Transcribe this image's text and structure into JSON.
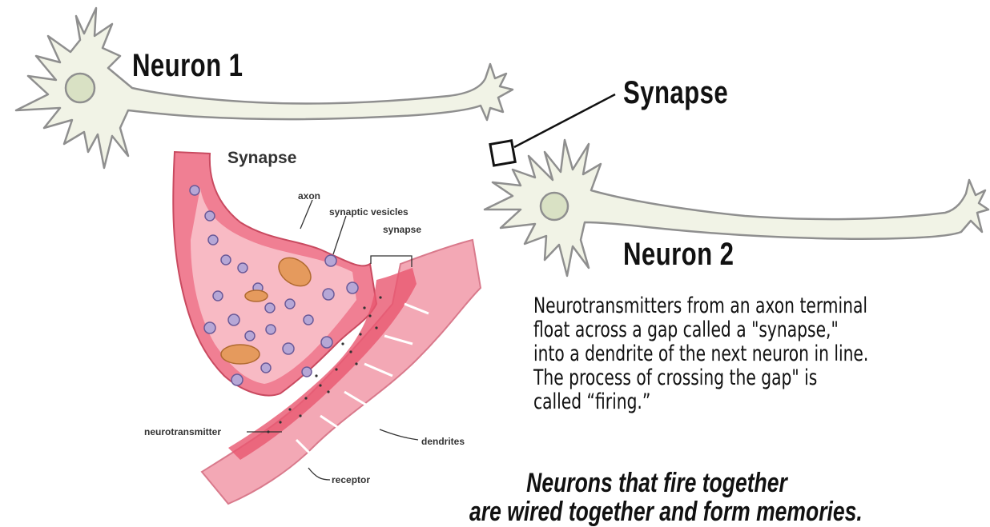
{
  "labels": {
    "neuron1": "Neuron 1",
    "neuron2": "Neuron 2",
    "synapse_main": "Synapse"
  },
  "inset": {
    "title": "Synapse",
    "axon": "axon",
    "synaptic_vesicles": "synaptic vesicles",
    "synapse": "synapse",
    "neurotransmitter": "neurotransmitter",
    "dendrites": "dendrites",
    "receptor": "receptor"
  },
  "description": {
    "lines": [
      "Neurotransmitters from an axon terminal",
      "float across a gap called a \"synapse,\"",
      "into a dendrite of the next neuron in line.",
      "The process of crossing the gap\" is",
      "called “firing.”"
    ]
  },
  "tagline": {
    "line1": "Neurons that fire together",
    "line2": "are wired together and form memories."
  },
  "colors": {
    "neuron_fill": "#f1f3e6",
    "neuron_outline": "#8f8f8f",
    "nucleus": "#d9e1c4",
    "terminal_pink": "#f07f93",
    "terminal_light": "#f9c4cd",
    "dendrite_pink": "#f3a8b5",
    "vesicle": "#b6a7d6",
    "mitochondria": "#e59a5d"
  }
}
